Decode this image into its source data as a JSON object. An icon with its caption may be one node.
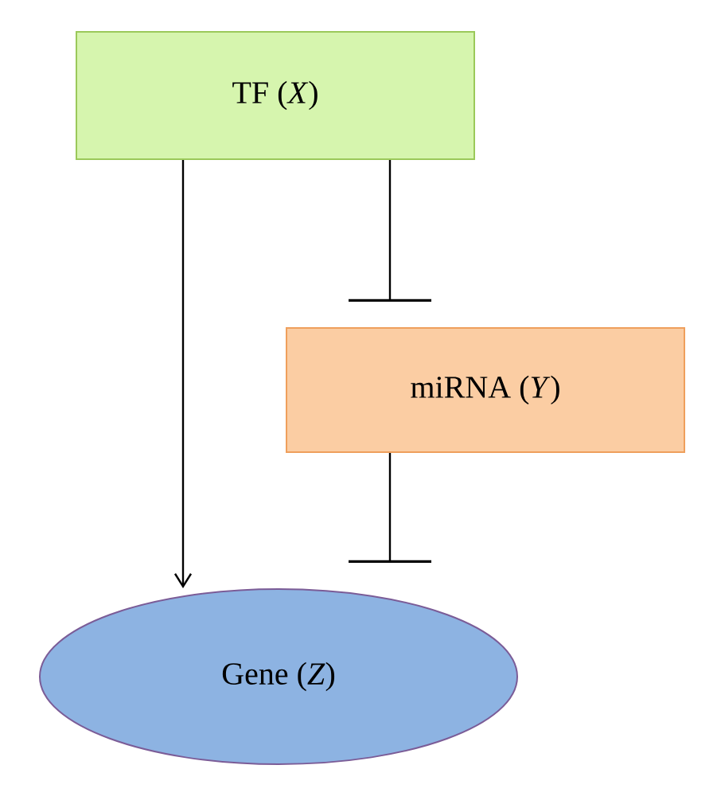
{
  "diagram": {
    "nodes": [
      {
        "text": [
          "TF (*X*)"
        ]
      },
      {
        "text": [
          "miRNA (*Y*)"
        ]
      },
      {
        "text": [
          "Gene (*Z*)"
        ]
      }
    ],
    "edges": [
      {
        "from": 0,
        "to": 2,
        "arrow": "to"
      },
      {
        "from": 0,
        "to": 1,
        "arrow": "other"
      },
      {
        "from": 1,
        "to": 2,
        "arrow": "other"
      }
    ]
  }
}
